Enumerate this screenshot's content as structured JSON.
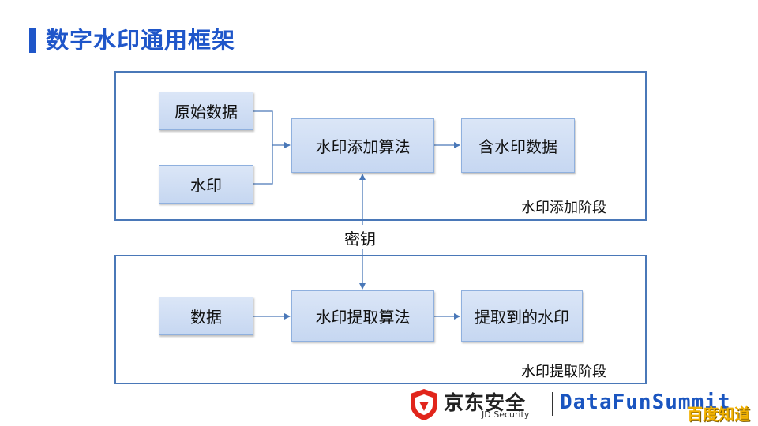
{
  "page": {
    "title": "数字水印通用框架"
  },
  "embedding_stage": {
    "label": "水印添加阶段",
    "nodes": {
      "original_data": "原始数据",
      "watermark": "水印",
      "embed_algorithm": "水印添加算法",
      "watermarked_data": "含水印数据"
    }
  },
  "key": {
    "label": "密钥"
  },
  "extraction_stage": {
    "label": "水印提取阶段",
    "nodes": {
      "data": "数据",
      "extract_algorithm": "水印提取算法",
      "extracted_watermark": "提取到的水印"
    }
  },
  "footer": {
    "jd_name": "京东安全",
    "jd_sub": "JD Security",
    "datafun": "DataFunSummit",
    "watermark": "百度知道"
  },
  "colors": {
    "title": "#1f56c9",
    "stage_border": "#4a78b8",
    "node_fill": "#c6d7f1",
    "arrow": "#4a78b8"
  }
}
